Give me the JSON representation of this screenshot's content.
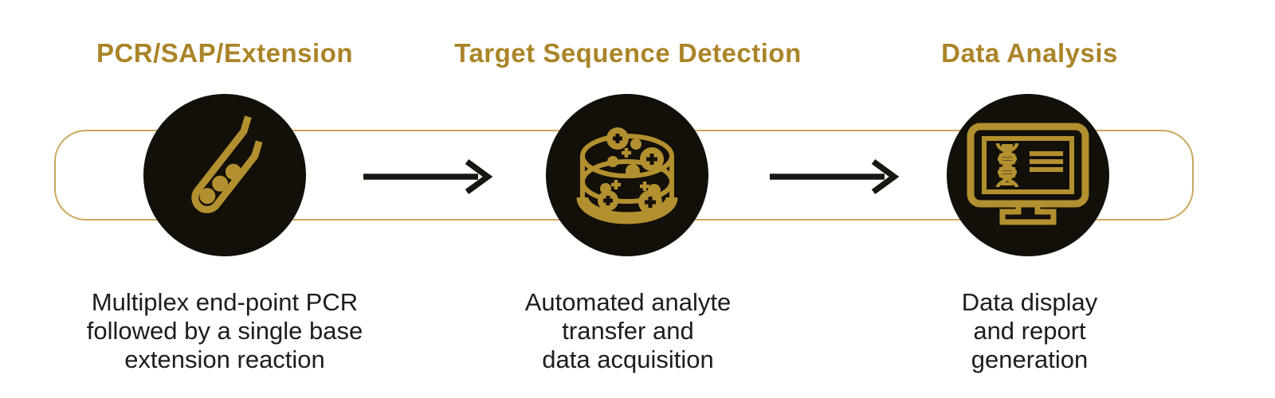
{
  "colors": {
    "heading_gold": "#aa8428",
    "icon_gold": "#b3902f",
    "band_gold": "#c7a75b",
    "circle_black": "#13100a",
    "arrow_black": "#1a1713",
    "body_text": "#1d1d1b",
    "background": "#ffffff"
  },
  "stages": [
    {
      "title": "PCR/SAP/Extension",
      "icon": "test-tube-icon",
      "desc_lines": [
        "Multiplex end-point PCR",
        "followed by a single base",
        "extension reaction"
      ]
    },
    {
      "title": "Target Sequence Detection",
      "icon": "petri-dish-icon",
      "desc_lines": [
        "Automated analyte",
        "transfer and",
        "data acquisition"
      ]
    },
    {
      "title": "Data Analysis",
      "icon": "monitor-dna-icon",
      "desc_lines": [
        "Data display",
        "and report",
        "generation"
      ]
    }
  ]
}
